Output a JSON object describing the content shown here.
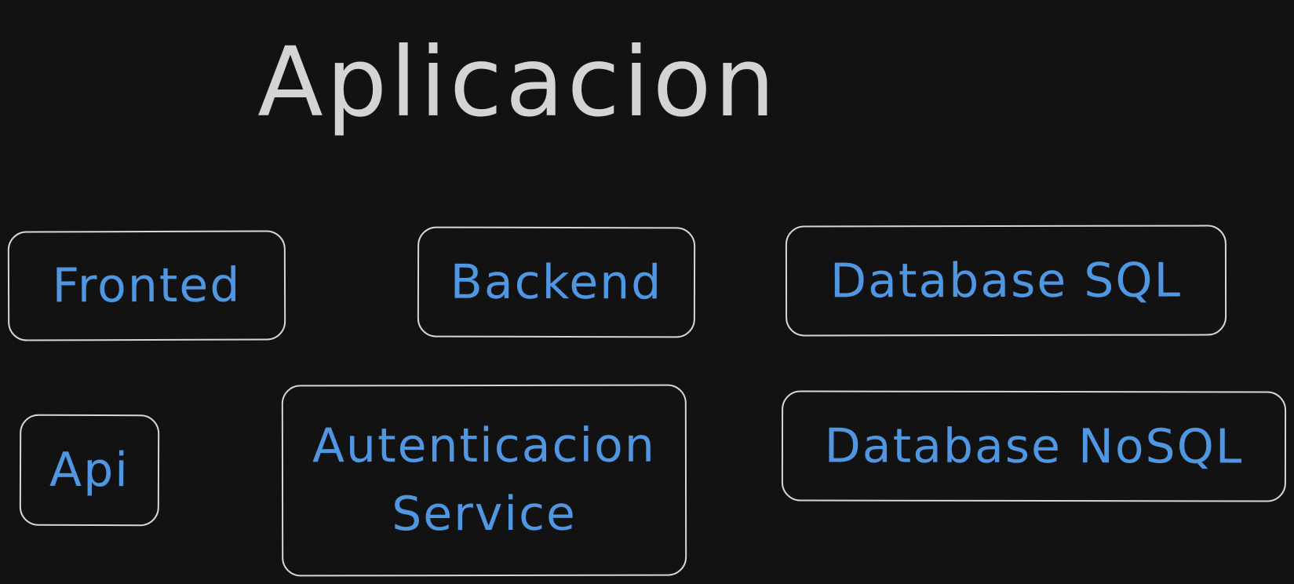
{
  "diagram": {
    "title": "Aplicacion",
    "boxes": {
      "fronted": "Fronted",
      "backend": "Backend",
      "database_sql": "Database SQL",
      "api": "Api",
      "auth_line1": "Autenticacion",
      "auth_line2": "Service",
      "database_nosql": "Database NoSQL"
    }
  },
  "colors": {
    "background": "#121212",
    "title_text": "#d4d4d4",
    "box_border": "#d6d6d6",
    "box_text": "#4f97e3"
  }
}
